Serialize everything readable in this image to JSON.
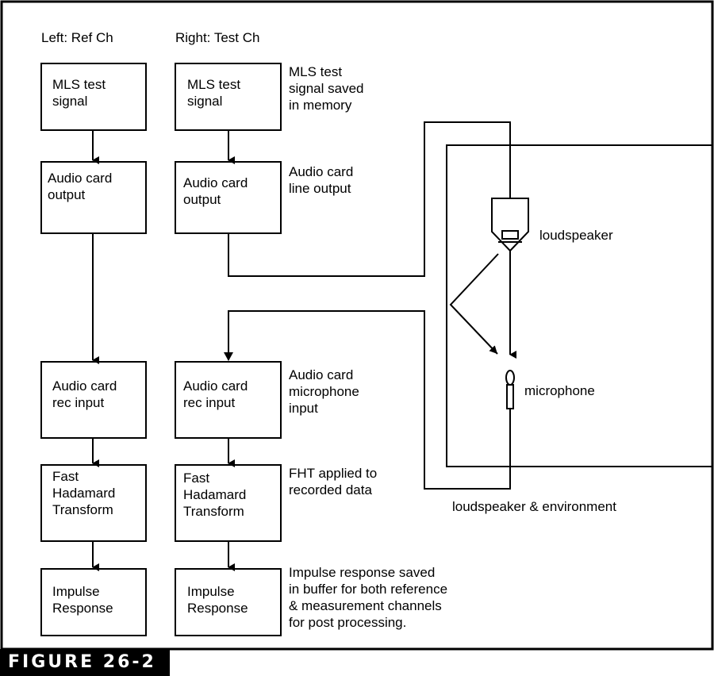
{
  "headers": {
    "left": "Left: Ref Ch",
    "right": "Right: Test Ch"
  },
  "left_boxes": {
    "mls": "MLS test\nsignal",
    "audio_out": "Audio card\noutput",
    "rec_in": "Audio card\nrec input",
    "fht": "Fast\nHadamard\nTransform",
    "impulse": "Impulse\nResponse"
  },
  "right_boxes": {
    "mls": "MLS test\nsignal",
    "audio_out": "Audio card\noutput",
    "rec_in": "Audio card\nrec input",
    "fht": "Fast\nHadamard\nTransform",
    "impulse": "Impulse\nResponse"
  },
  "annotations": {
    "mls": "MLS test\nsignal saved\nin memory",
    "line_out": "Audio card\nline output",
    "mic_in": "Audio card\nmicrophone\ninput",
    "fht": "FHT applied to\nrecorded data",
    "impulse": "Impulse response saved\nin buffer for both reference\n& measurement channels\nfor post processing."
  },
  "environment": {
    "loudspeaker": "loudspeaker",
    "microphone": "microphone",
    "caption": "loudspeaker & environment"
  },
  "figure_label": "FIGURE 26-2"
}
